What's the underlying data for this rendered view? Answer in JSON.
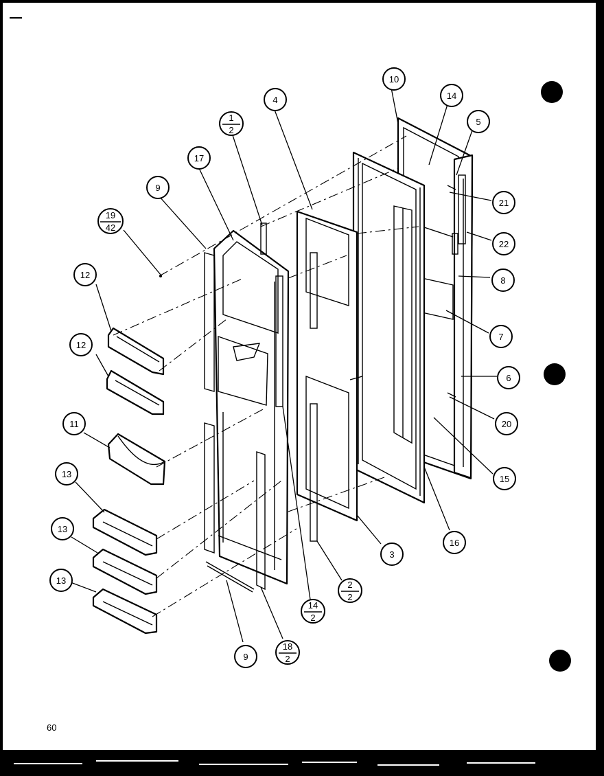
{
  "page_number": "60",
  "callouts": [
    {
      "id": "c1",
      "label": "10"
    },
    {
      "id": "c2",
      "label": "14"
    },
    {
      "id": "c3",
      "label": "5"
    },
    {
      "id": "c4",
      "label": "4"
    },
    {
      "id": "c5",
      "num": "1",
      "den": "2"
    },
    {
      "id": "c6",
      "label": "17"
    },
    {
      "id": "c7",
      "label": "9"
    },
    {
      "id": "c8",
      "num": "19",
      "den": "42"
    },
    {
      "id": "c9",
      "label": "21"
    },
    {
      "id": "c10",
      "label": "22"
    },
    {
      "id": "c11",
      "label": "8"
    },
    {
      "id": "c12",
      "label": "12"
    },
    {
      "id": "c13",
      "label": "12"
    },
    {
      "id": "c14",
      "label": "7"
    },
    {
      "id": "c15",
      "label": "6"
    },
    {
      "id": "c16",
      "label": "11"
    },
    {
      "id": "c17",
      "label": "20"
    },
    {
      "id": "c18",
      "label": "13"
    },
    {
      "id": "c19",
      "label": "15"
    },
    {
      "id": "c20",
      "label": "13"
    },
    {
      "id": "c21",
      "label": "3"
    },
    {
      "id": "c22",
      "label": "16"
    },
    {
      "id": "c23",
      "label": "13"
    },
    {
      "id": "c24",
      "num": "2",
      "den": "2"
    },
    {
      "id": "c25",
      "num": "14",
      "den": "2"
    },
    {
      "id": "c26",
      "label": "9"
    },
    {
      "id": "c27",
      "num": "18",
      "den": "2"
    }
  ],
  "colors": {
    "paper": "#ffffff",
    "ink": "#000000",
    "border": "#000000"
  }
}
